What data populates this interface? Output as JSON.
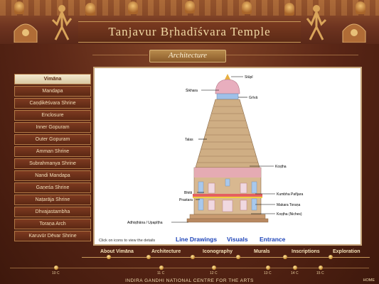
{
  "header": {
    "title": "Tanjavur Bṛhadīśvara Temple"
  },
  "section": {
    "title": "Architecture"
  },
  "sidebar": {
    "items": [
      {
        "label": "Vimāna",
        "active": true
      },
      {
        "label": "Mandapa"
      },
      {
        "label": "Caṇḍikēśvara Shrine"
      },
      {
        "label": "Enclosure"
      },
      {
        "label": "Inner Gopuram"
      },
      {
        "label": "Outer Gopuram"
      },
      {
        "label": "Amman Shrine"
      },
      {
        "label": "Subrahmanya Shrine"
      },
      {
        "label": "Nandi Mandapa"
      },
      {
        "label": "Gaṇeśa Shrine"
      },
      {
        "label": "Naṭarāja Shrine"
      },
      {
        "label": "Dhvajastambha"
      },
      {
        "label": "Toraṇa Arch"
      },
      {
        "label": "Karuvūr Dēvar Shrine"
      }
    ]
  },
  "diagram": {
    "labels": {
      "stupi": "Stūpī",
      "sikhara": "Śikhara",
      "griva": "Grīvā",
      "talas": "Talas",
      "kostha": "Koṣṭha",
      "bhitti": "Bhitti",
      "kumbha": "Kumbha Pañjara",
      "prastara": "Prastara",
      "makara": "Makara Toraṇa",
      "niches": "Koṣṭha (Niches)",
      "adhisthana": "Adhiṣṭhāna / Upapīṭha"
    },
    "hint": "Click on icons to view the details",
    "links": [
      "Line Drawings",
      "Visuals",
      "Entrance"
    ]
  },
  "bottom_nav": {
    "tabs": [
      "About Vimāna",
      "Architecture",
      "Iconography",
      "Murals",
      "Inscriptions",
      "Exploration"
    ]
  },
  "timeline": {
    "labels": [
      "10 C",
      "11 C",
      "12 C",
      "13 C",
      "14 C",
      "15 C"
    ]
  },
  "footer": {
    "text": "INDIRA GANDHI NATIONAL CENTRE FOR THE ARTS",
    "home": "HOME"
  },
  "colors": {
    "background": "#5a2818",
    "header_gold": "#f1d9a4",
    "link_blue": "#1e44b8",
    "tower_tan": "#c9a57a",
    "tower_pink": "#e9a9b8"
  }
}
